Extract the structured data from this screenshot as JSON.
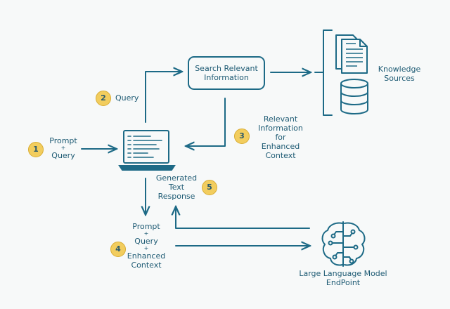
{
  "search_box": {
    "line1": "Search Relevant",
    "line2": "Information"
  },
  "knowledge": {
    "line1": "Knowledge",
    "line2": "Sources"
  },
  "steps": {
    "s1": {
      "number": "1",
      "line1": "Prompt",
      "plus": "+",
      "line2": "Query"
    },
    "s2": {
      "number": "2",
      "label": "Query"
    },
    "s3": {
      "number": "3",
      "line1": "Relevant",
      "line2": "Information",
      "line3": "for",
      "line4": "Enhanced",
      "line5": "Context"
    },
    "s4": {
      "number": "4",
      "line1": "Prompt",
      "plus1": "+",
      "line2": "Query",
      "plus2": "+",
      "line3": "Enhanced",
      "line4": "Context"
    },
    "s5": {
      "number": "5",
      "line1": "Generated",
      "line2": "Text",
      "line3": "Response"
    }
  },
  "llm": {
    "line1": "Large Language Model",
    "line2": "EndPoint"
  },
  "colors": {
    "line": "#1d6a86",
    "text": "#1d5a73",
    "badge_fill": "#f2cd5e",
    "background": "#f7f9f9"
  }
}
